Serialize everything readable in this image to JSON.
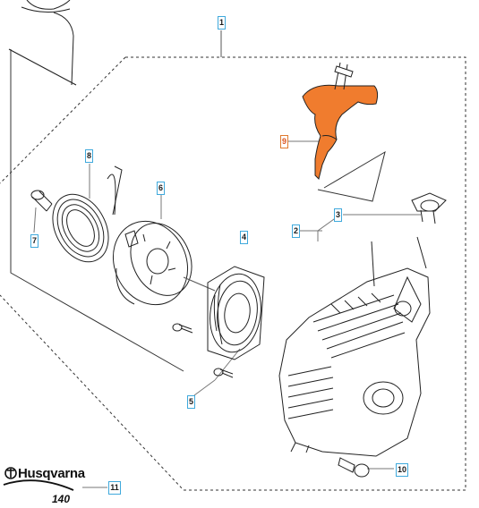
{
  "callouts": {
    "c1": "1",
    "c2": "2",
    "c3": "3",
    "c4": "4",
    "c5": "5",
    "c6": "6",
    "c7": "7",
    "c8": "8",
    "c9": "9",
    "c10": "10",
    "c11": "11"
  },
  "highlighted_part": "9",
  "highlight_color": "#f07c2e",
  "callout_border_color": "#3fa9dc",
  "brand": {
    "logo_text": "Husqvarna",
    "model": "140"
  }
}
